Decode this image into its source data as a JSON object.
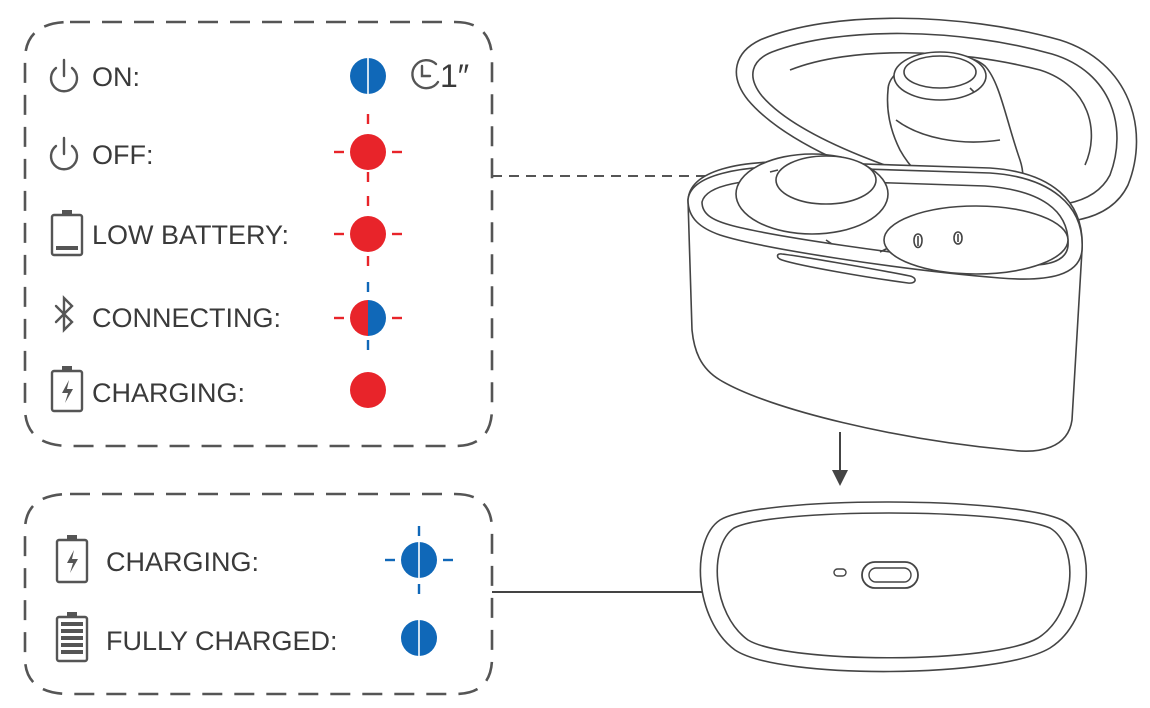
{
  "colors": {
    "led_blue": "#1068b8",
    "led_red": "#e8242a",
    "outline": "#444444",
    "text": "#3a3a3a"
  },
  "earbud_indicators": [
    {
      "icon": "power-icon",
      "label": "ON:",
      "led": "solid-blue",
      "extra": "1″"
    },
    {
      "icon": "power-icon",
      "label": "OFF:",
      "led": "flashing-red"
    },
    {
      "icon": "low-battery-icon",
      "label": "LOW BATTERY:",
      "led": "flashing-red"
    },
    {
      "icon": "bluetooth-icon",
      "label": "CONNECTING:",
      "led": "flashing-red-blue"
    },
    {
      "icon": "charging-battery-icon",
      "label": "CHARGING:",
      "led": "solid-red"
    }
  ],
  "case_indicators": [
    {
      "icon": "charging-battery-icon",
      "label": "CHARGING:",
      "led": "flashing-blue"
    },
    {
      "icon": "full-battery-icon",
      "label": "FULLY CHARGED:",
      "led": "solid-blue"
    }
  ]
}
